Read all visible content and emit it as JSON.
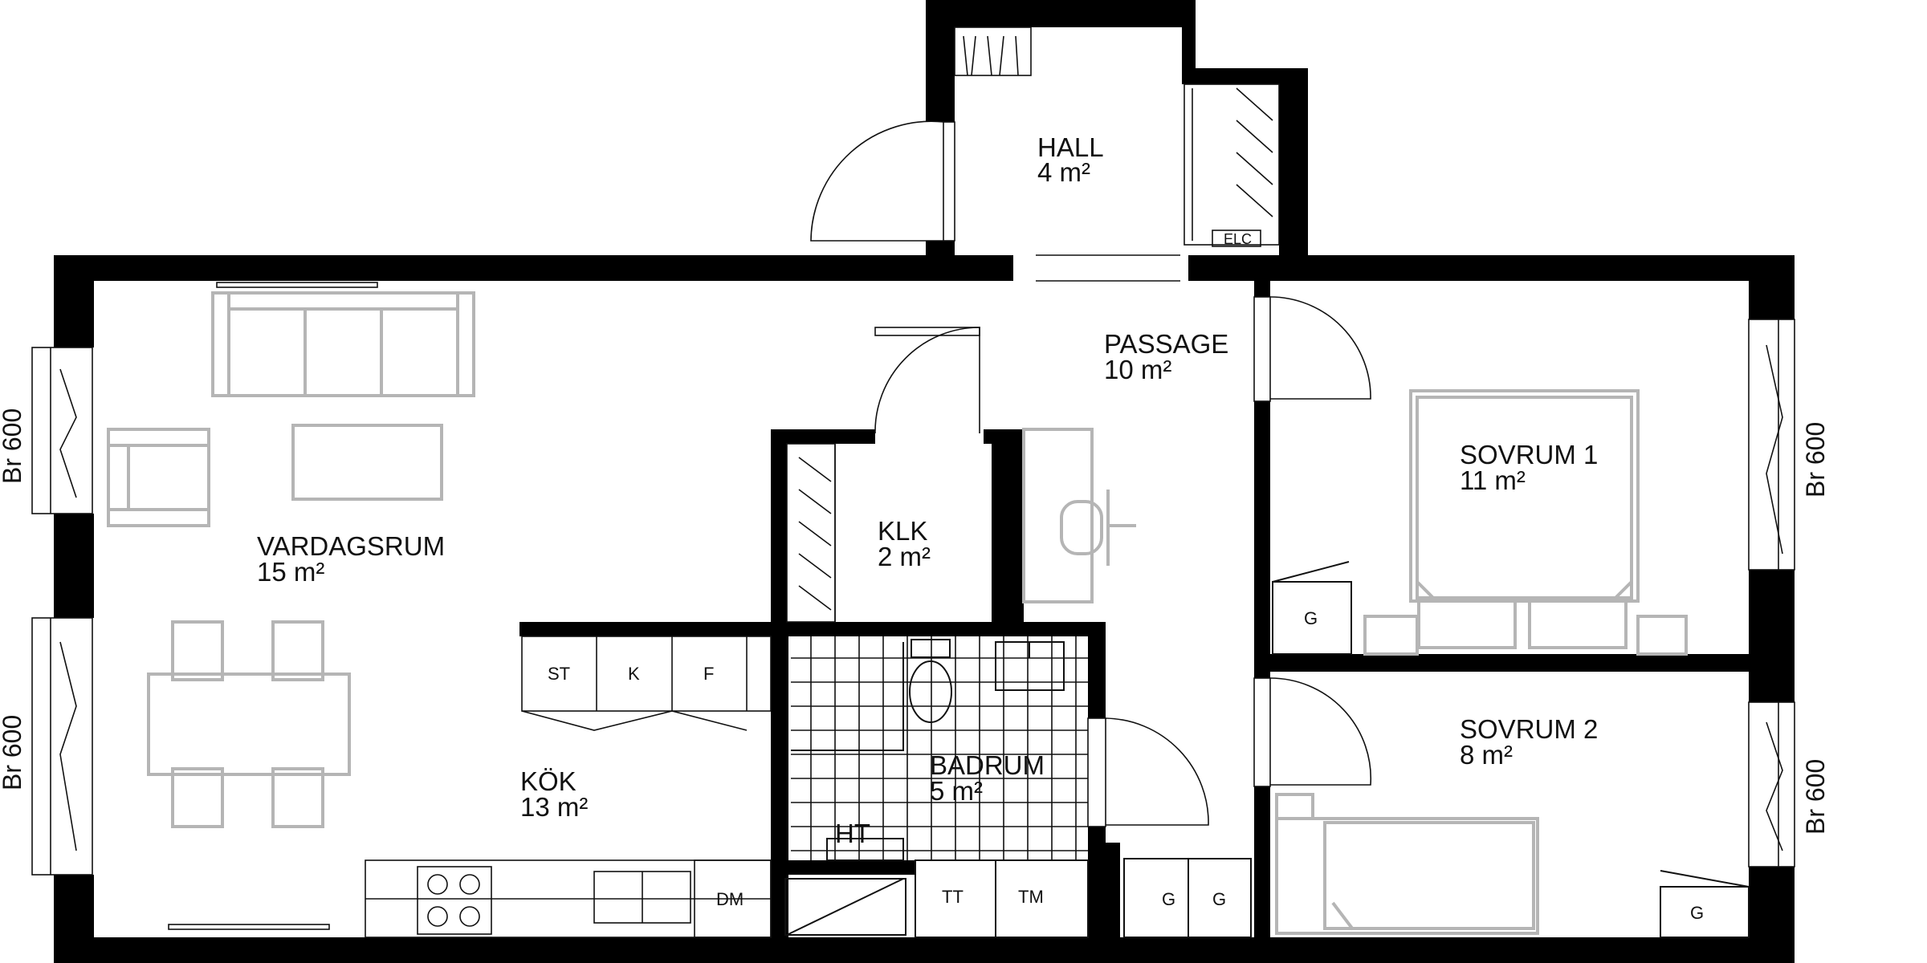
{
  "rooms": [
    {
      "name": "HALL",
      "area": "4 m²"
    },
    {
      "name": "PASSAGE",
      "area": "10 m²"
    },
    {
      "name": "SOVRUM 1",
      "area": "11 m²"
    },
    {
      "name": "VARDAGSRUM",
      "area": "15 m²"
    },
    {
      "name": "KLK",
      "area": "2 m²"
    },
    {
      "name": "SOVRUM 2",
      "area": "8 m²"
    },
    {
      "name": "BADRUM",
      "area": "5 m²"
    },
    {
      "name": "KÖK",
      "area": "13 m²"
    }
  ],
  "appliances": {
    "kitchen_upper": [
      "ST",
      "K",
      "F"
    ],
    "kitchen_dm": "DM",
    "bath_ht": "HT",
    "laundry": [
      "TT",
      "TM"
    ],
    "closet_g": "G",
    "hall_elc": "ELC"
  },
  "windows": {
    "br_label": "Br 600"
  }
}
